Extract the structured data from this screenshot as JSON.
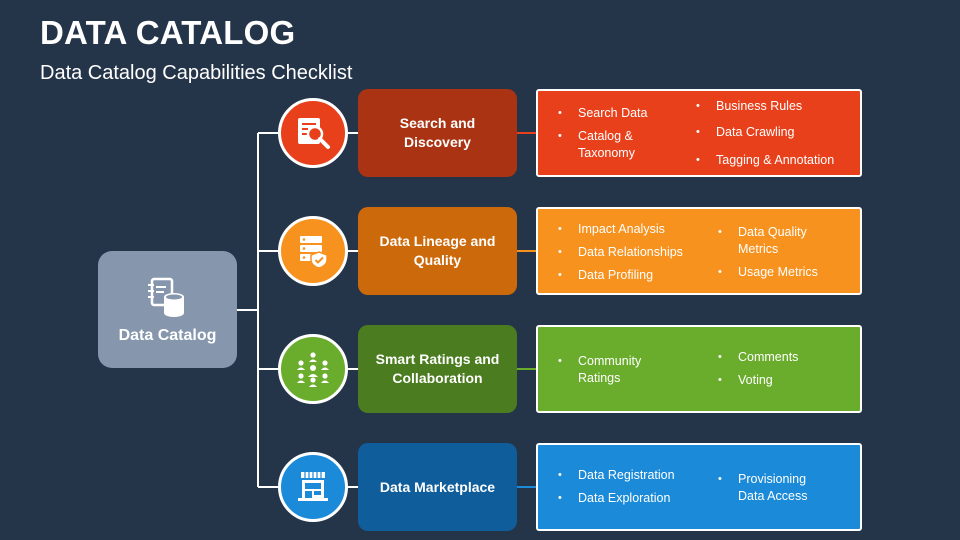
{
  "header": {
    "title": "DATA CATALOG",
    "subtitle": "Data Catalog Capabilities Checklist"
  },
  "root": {
    "label": "Data Catalog",
    "icon": "database-icon",
    "color": "#8697ad"
  },
  "branches": [
    {
      "label": "Search and Discovery",
      "icon": "search-document-icon",
      "color": "#a93312",
      "circle_color": "#e8401b",
      "panel_color": "#e8401b",
      "left_items": [
        "Search Data",
        "Catalog & Taxonomy"
      ],
      "right_items": [
        "Business Rules",
        "Data Crawling",
        "Tagging & Annotation"
      ]
    },
    {
      "label": "Data Lineage and Quality",
      "icon": "shield-server-icon",
      "color": "#cc6a0b",
      "circle_color": "#f7921e",
      "panel_color": "#f7921e",
      "left_items": [
        "Impact Analysis",
        "Data Relationships",
        "Data Profiling"
      ],
      "right_items": [
        "Data Quality Metrics",
        "Usage Metrics"
      ]
    },
    {
      "label": "Smart Ratings and Collaboration",
      "icon": "community-icon",
      "color": "#4b7c1f",
      "circle_color": "#6aac2c",
      "panel_color": "#6aac2c",
      "left_items": [
        "Community Ratings"
      ],
      "right_items": [
        "Comments",
        "Voting"
      ]
    },
    {
      "label": "Data Marketplace",
      "icon": "storefront-icon",
      "color": "#0f5d9a",
      "circle_color": "#1b8ad8",
      "panel_color": "#1b8ad8",
      "left_items": [
        "Data Registration",
        "Data Exploration"
      ],
      "right_items": [
        "Provisioning Data Access"
      ]
    }
  ]
}
